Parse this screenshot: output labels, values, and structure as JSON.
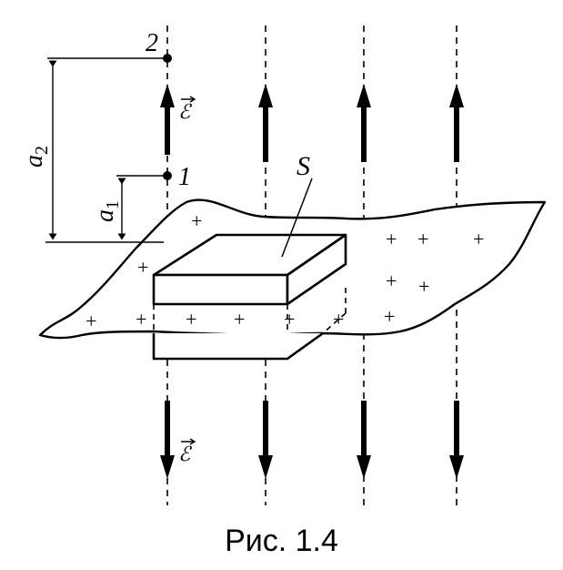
{
  "figure": {
    "labels": {
      "point_upper": "2",
      "point_lower": "1",
      "dist_outer": "a",
      "dist_outer_sub": "2",
      "dist_inner": "a",
      "dist_inner_sub": "1",
      "surface": "S",
      "field_top": "ℰ",
      "field_bottom": "ℰ",
      "charge_sign": "+"
    },
    "caption": "Рис. 1.4"
  }
}
